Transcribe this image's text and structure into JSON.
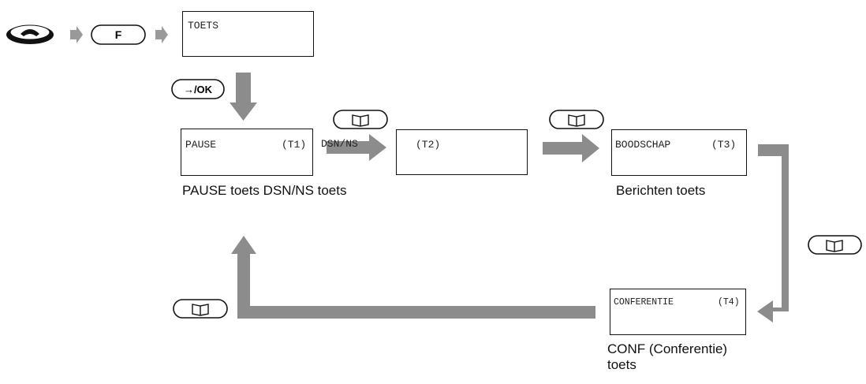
{
  "keys": {
    "f": "F",
    "ok": "→/OK"
  },
  "screens": {
    "start": {
      "text": "TOETS"
    },
    "t1": {
      "text": "PAUSE",
      "id": "(T1)"
    },
    "t1_note": "DSN/NS",
    "t2": {
      "id": "(T2)"
    },
    "t3": {
      "text": "BOODSCHAP",
      "id": "(T3)"
    },
    "t4": {
      "text": "CONFERENTIE",
      "id": "(T4)"
    }
  },
  "captions": {
    "row1": "PAUSE toets DSN/NS toets",
    "t3": "Berichten toets",
    "t4_line1": "CONF (Conferentie)",
    "t4_line2": "toets"
  },
  "colors": {
    "arrow": "#8c8c8c",
    "outline": "#111111"
  },
  "icons": [
    "handset-icon",
    "book-icon"
  ]
}
